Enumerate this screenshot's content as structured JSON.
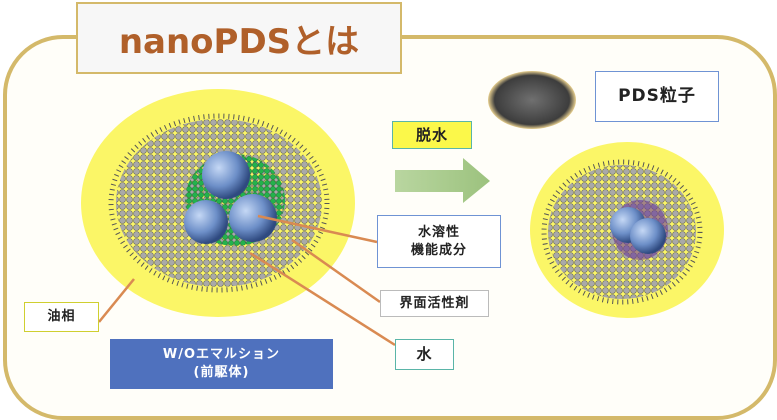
{
  "title": "nanoPDSとは",
  "labels": {
    "dehydration": "脱水",
    "pds_particle": "PDS粒子",
    "water_soluble": "水溶性\n機能成分",
    "surfactant": "界面活性剤",
    "water": "水",
    "oil_phase": "油相",
    "emulsion": "W/Oエマルション\n(前駆体)"
  },
  "colors": {
    "frame": "#d4b96a",
    "title_text": "#b0602a",
    "oil": "#fbf667",
    "emulsion_box": "#4f71be",
    "leader": "#d98a52"
  }
}
